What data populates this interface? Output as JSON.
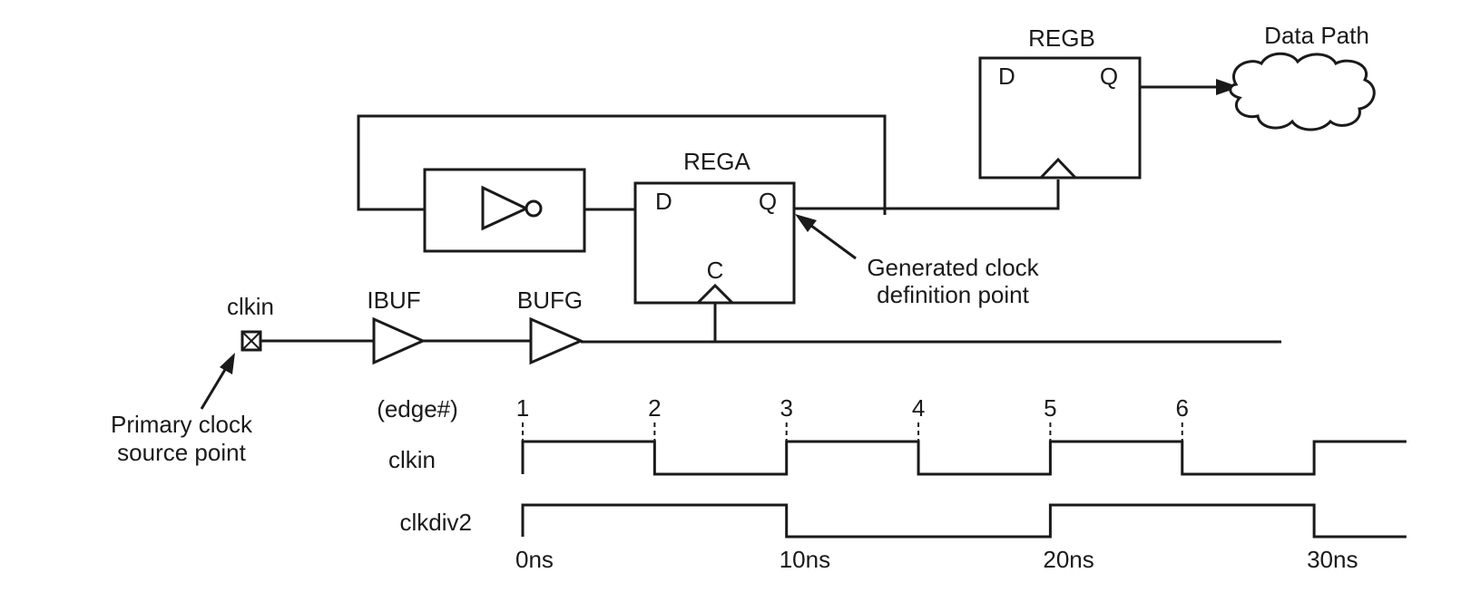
{
  "registers": {
    "rega": {
      "name": "REGA",
      "d": "D",
      "q": "Q",
      "c": "C"
    },
    "regb": {
      "name": "REGB",
      "d": "D",
      "q": "Q"
    }
  },
  "buffers": {
    "ibuf": "IBUF",
    "bufg": "BUFG"
  },
  "port": {
    "name": "clkin"
  },
  "cloud": {
    "label": "Data Path"
  },
  "annotations": {
    "generated_line1": "Generated clock",
    "generated_line2": "definition point",
    "primary_line1": "Primary clock",
    "primary_line2": "source point"
  },
  "timing": {
    "edge_header": "(edge#)",
    "edges": [
      "1",
      "2",
      "3",
      "4",
      "5",
      "6"
    ],
    "signals": [
      {
        "name": "clkin",
        "period_ns": 10,
        "starts_high": true
      },
      {
        "name": "clkdiv2",
        "period_ns": 20,
        "starts_high": true
      }
    ],
    "time_labels": [
      "0ns",
      "10ns",
      "20ns",
      "30ns"
    ]
  }
}
